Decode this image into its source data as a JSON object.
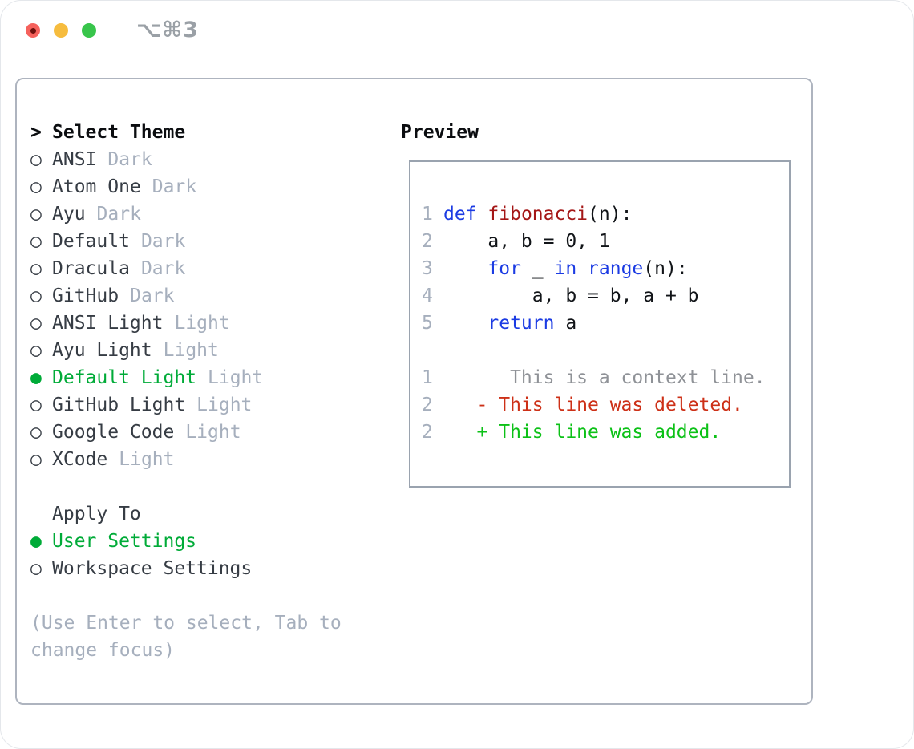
{
  "window": {
    "title": "⌥⌘3",
    "traffic_lights": [
      "close",
      "minimize",
      "zoom"
    ]
  },
  "theme_selector": {
    "header_prefix": ">",
    "header": "Select Theme",
    "marker_unselected": "○",
    "marker_selected": "●",
    "items": [
      {
        "name": "ANSI",
        "tag": "Dark",
        "selected": false
      },
      {
        "name": "Atom One",
        "tag": "Dark",
        "selected": false
      },
      {
        "name": "Ayu",
        "tag": "Dark",
        "selected": false
      },
      {
        "name": "Default",
        "tag": "Dark",
        "selected": false
      },
      {
        "name": "Dracula",
        "tag": "Dark",
        "selected": false
      },
      {
        "name": "GitHub",
        "tag": "Dark",
        "selected": false
      },
      {
        "name": "ANSI Light",
        "tag": "Light",
        "selected": false
      },
      {
        "name": "Ayu Light",
        "tag": "Light",
        "selected": false
      },
      {
        "name": "Default Light",
        "tag": "Light",
        "selected": true
      },
      {
        "name": "GitHub Light",
        "tag": "Light",
        "selected": false
      },
      {
        "name": "Google Code",
        "tag": "Light",
        "selected": false
      },
      {
        "name": "XCode",
        "tag": "Light",
        "selected": false
      }
    ],
    "apply_to": {
      "header": "Apply To",
      "options": [
        {
          "label": "User Settings",
          "selected": true
        },
        {
          "label": "Workspace Settings",
          "selected": false
        }
      ]
    },
    "hint_lines": [
      "(Use Enter to select, Tab to",
      "change focus)"
    ]
  },
  "preview": {
    "header": "Preview",
    "lines": [
      {
        "num": "1",
        "tokens": [
          {
            "t": "def",
            "c": "keyword"
          },
          {
            "t": " ",
            "c": "plain"
          },
          {
            "t": "fibonacci",
            "c": "function"
          },
          {
            "t": "(n):",
            "c": "plain"
          }
        ]
      },
      {
        "num": "2",
        "tokens": [
          {
            "t": "    a, b = 0, 1",
            "c": "plain"
          }
        ]
      },
      {
        "num": "3",
        "tokens": [
          {
            "t": "    ",
            "c": "plain"
          },
          {
            "t": "for",
            "c": "keyword"
          },
          {
            "t": " _ ",
            "c": "plain"
          },
          {
            "t": "in",
            "c": "keyword"
          },
          {
            "t": " ",
            "c": "plain"
          },
          {
            "t": "range",
            "c": "keyword"
          },
          {
            "t": "(n):",
            "c": "plain"
          }
        ]
      },
      {
        "num": "4",
        "tokens": [
          {
            "t": "        a, b = b, a + b",
            "c": "plain"
          }
        ]
      },
      {
        "num": "5",
        "tokens": [
          {
            "t": "    ",
            "c": "plain"
          },
          {
            "t": "return",
            "c": "keyword"
          },
          {
            "t": " a",
            "c": "plain"
          }
        ]
      },
      {
        "num": "",
        "tokens": []
      },
      {
        "num": "1",
        "tokens": [
          {
            "t": "      This is a context line.",
            "c": "context"
          }
        ]
      },
      {
        "num": "2",
        "tokens": [
          {
            "t": "   - This line was deleted.",
            "c": "deleted"
          }
        ]
      },
      {
        "num": "2",
        "tokens": [
          {
            "t": "   + This line was added.",
            "c": "added"
          }
        ]
      }
    ]
  },
  "colors": {
    "keyword": "#1b3be3",
    "function": "#a41616",
    "plain": "#111418",
    "context": "#8f9297",
    "deleted": "#cd3017",
    "added": "#0cc117",
    "gutter": "#a6afbd",
    "selected": "#00ab38",
    "muted": "#a6afbd",
    "text": "#363c44",
    "traffic_red": "#f5615c",
    "traffic_yellow": "#f6bc3e",
    "traffic_green": "#38c54b"
  }
}
